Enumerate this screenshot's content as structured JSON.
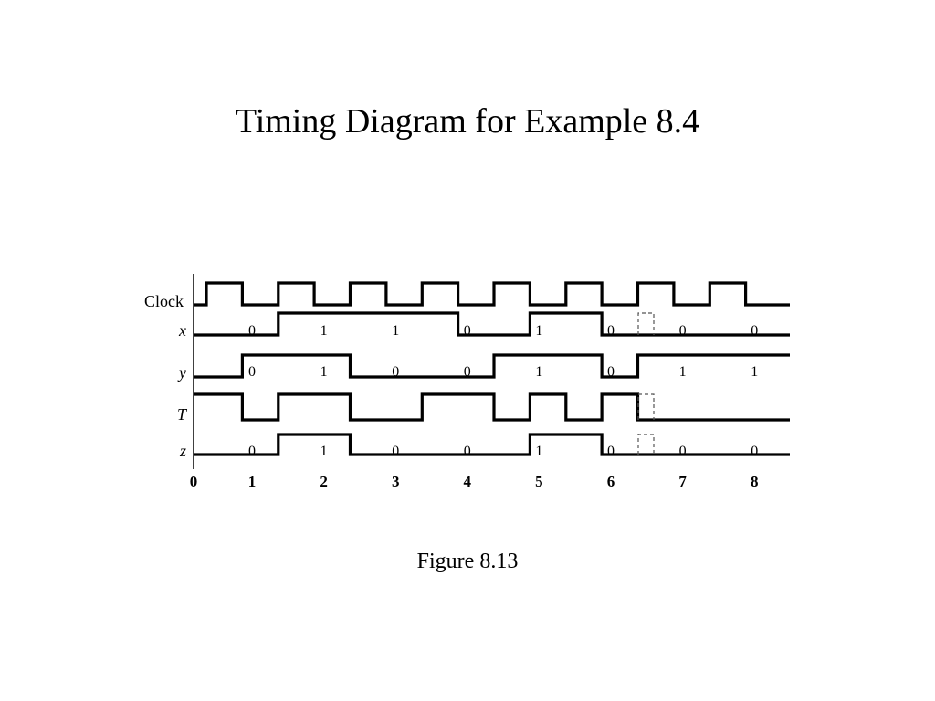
{
  "title": "Timing Diagram for Example 8.4",
  "caption": "Figure 8.13",
  "time_axis": [
    "0",
    "1",
    "2",
    "3",
    "4",
    "5",
    "6",
    "7",
    "8"
  ],
  "signals": [
    {
      "id": "clock",
      "label": "Clock",
      "italic": false,
      "levels": [
        0,
        1,
        0,
        1,
        0,
        1,
        0,
        1,
        0,
        1,
        0,
        1,
        0,
        1,
        0,
        1,
        0
      ],
      "bits": []
    },
    {
      "id": "x",
      "label": "x",
      "italic": true,
      "levels": [
        0,
        0,
        0,
        1,
        1,
        1,
        1,
        1,
        0,
        0,
        1,
        1,
        0,
        0,
        0,
        0,
        0
      ],
      "bits": [
        "0",
        "1",
        "1",
        "0",
        "1",
        "0",
        "0",
        "0"
      ]
    },
    {
      "id": "y",
      "label": "y",
      "italic": true,
      "levels": [
        0,
        0,
        1,
        1,
        1,
        0,
        0,
        0,
        0,
        1,
        1,
        1,
        0,
        1,
        1,
        1,
        1
      ],
      "bits": [
        "0",
        "1",
        "0",
        "0",
        "1",
        "0",
        "1",
        "1"
      ]
    },
    {
      "id": "t",
      "label": "T",
      "italic": true,
      "levels": [
        1,
        1,
        0,
        1,
        1,
        0,
        0,
        1,
        1,
        0,
        1,
        0,
        1,
        0,
        0,
        0,
        0
      ],
      "bits": []
    },
    {
      "id": "z",
      "label": "z",
      "italic": true,
      "levels": [
        0,
        0,
        0,
        1,
        1,
        0,
        0,
        0,
        0,
        0,
        1,
        1,
        0,
        0,
        0,
        0,
        0
      ],
      "bits": [
        "0",
        "1",
        "0",
        "0",
        "1",
        "0",
        "0",
        "0"
      ]
    }
  ],
  "glitch_markers": [
    "x",
    "t",
    "z"
  ]
}
